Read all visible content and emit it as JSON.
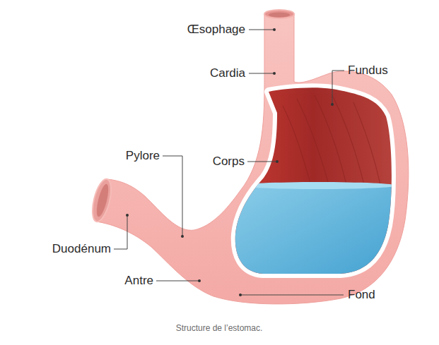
{
  "diagram": {
    "caption": "Structure de l’estomac.",
    "labels": [
      "Œsophage",
      "Cardia",
      "Fundus",
      "Pylore",
      "Corps",
      "Duodénum",
      "Antre",
      "Fond"
    ]
  }
}
